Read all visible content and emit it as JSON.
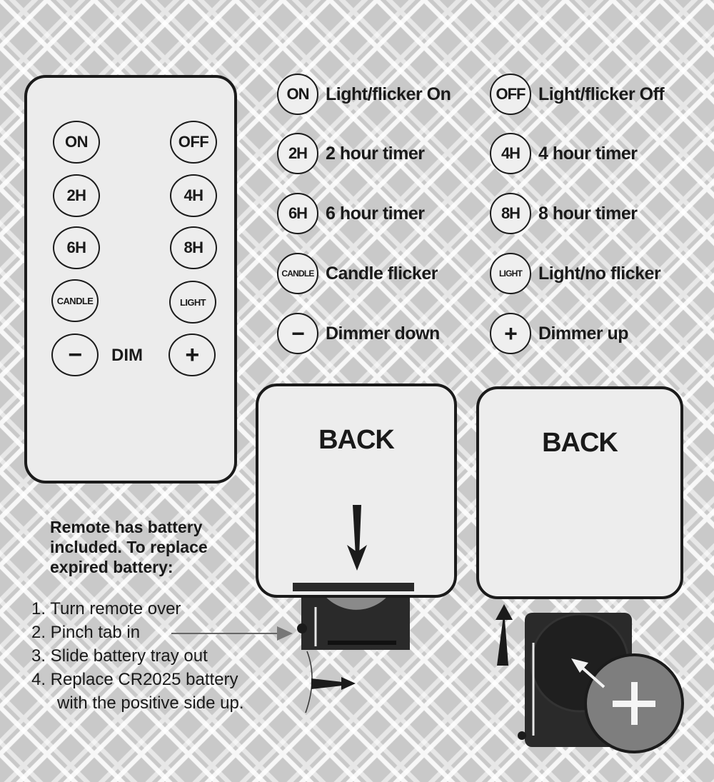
{
  "remote": {
    "buttons": [
      {
        "label": "ON"
      },
      {
        "label": "OFF"
      },
      {
        "label": "2H"
      },
      {
        "label": "4H"
      },
      {
        "label": "6H"
      },
      {
        "label": "8H"
      },
      {
        "label": "CANDLE"
      },
      {
        "label": "LIGHT"
      },
      {
        "label": "−"
      },
      {
        "label": "+"
      }
    ],
    "dim_label": "DIM"
  },
  "legend": [
    {
      "button": "ON",
      "text": "Light/flicker On"
    },
    {
      "button": "OFF",
      "text": "Light/flicker Off"
    },
    {
      "button": "2H",
      "text": "2 hour timer"
    },
    {
      "button": "4H",
      "text": "4 hour timer"
    },
    {
      "button": "6H",
      "text": "6 hour timer"
    },
    {
      "button": "8H",
      "text": "8 hour timer"
    },
    {
      "button": "CANDLE",
      "text": "Candle flicker"
    },
    {
      "button": "LIGHT",
      "text": "Light/no flicker"
    },
    {
      "button": "−",
      "text": "Dimmer down"
    },
    {
      "button": "+",
      "text": "Dimmer up"
    }
  ],
  "instructions": {
    "title_lines": [
      "Remote has battery",
      "included. To replace",
      "expired battery:"
    ],
    "steps": [
      "1. Turn remote over",
      "2. Pinch tab in",
      "3. Slide battery tray out",
      "4. Replace CR2025 battery",
      "with the positive side up."
    ]
  },
  "diagrams": {
    "back_left_label": "BACK",
    "back_right_label": "BACK",
    "battery_symbol": "+"
  }
}
